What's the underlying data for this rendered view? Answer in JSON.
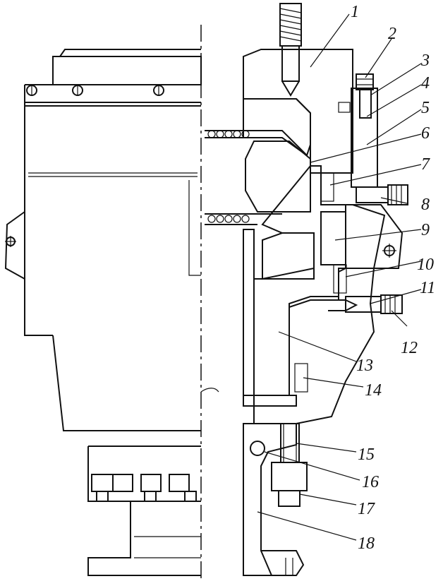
{
  "callouts": [
    {
      "id": 1,
      "text": "1"
    },
    {
      "id": 2,
      "text": "2"
    },
    {
      "id": 3,
      "text": "3"
    },
    {
      "id": 4,
      "text": "4"
    },
    {
      "id": 5,
      "text": "5"
    },
    {
      "id": 6,
      "text": "6"
    },
    {
      "id": 7,
      "text": "7"
    },
    {
      "id": 8,
      "text": "8"
    },
    {
      "id": 9,
      "text": "9"
    },
    {
      "id": 10,
      "text": "10"
    },
    {
      "id": 11,
      "text": "11"
    },
    {
      "id": 12,
      "text": "12"
    },
    {
      "id": 13,
      "text": "13"
    },
    {
      "id": 14,
      "text": "14"
    },
    {
      "id": 15,
      "text": "15"
    },
    {
      "id": 16,
      "text": "16"
    },
    {
      "id": 17,
      "text": "17"
    },
    {
      "id": 18,
      "text": "18"
    }
  ]
}
